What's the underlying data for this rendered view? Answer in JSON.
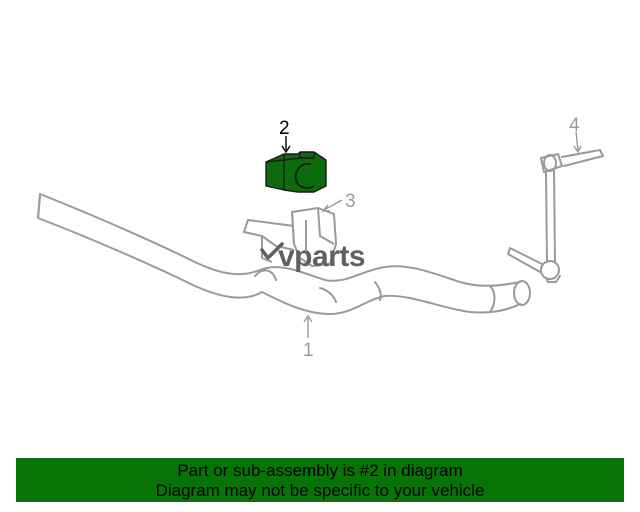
{
  "callouts": {
    "part_1": "1",
    "part_2": "2",
    "part_3": "3",
    "part_4": "4"
  },
  "watermark": {
    "text": "vparts"
  },
  "banner": {
    "line1": "Part or sub-assembly is #2 in diagram",
    "line2": "Diagram may not be specific to your vehicle",
    "background": "#087407"
  },
  "colors": {
    "line_art": "#9a9a9a",
    "highlight": "#0c6c0c",
    "watermark": "#606060"
  }
}
